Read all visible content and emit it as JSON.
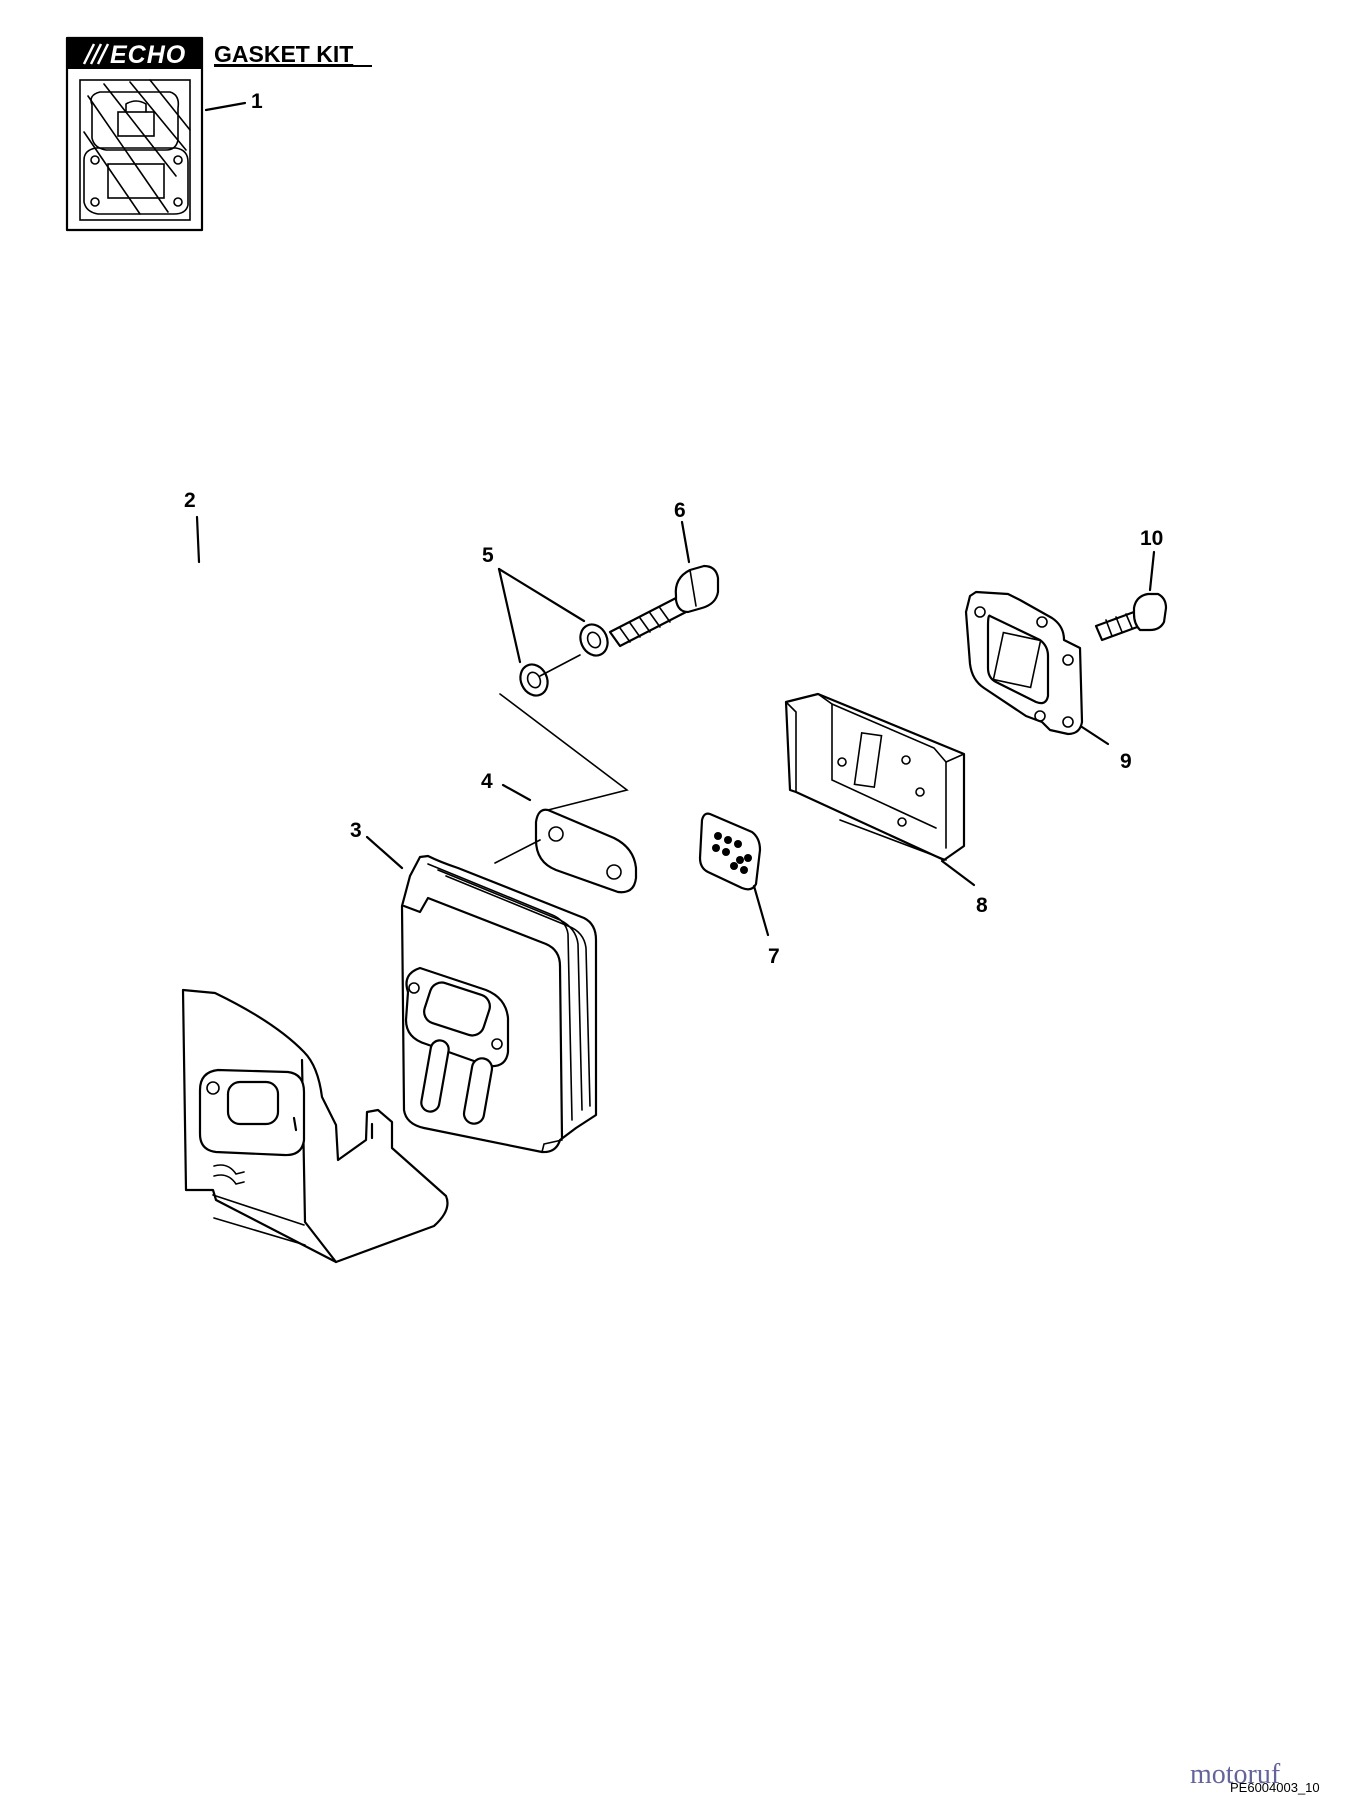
{
  "kit": {
    "brand": "ECHO",
    "title": "GASKET KIT",
    "item": "1"
  },
  "callouts": [
    "1",
    "2",
    "3",
    "4",
    "5",
    "6",
    "7",
    "8",
    "9",
    "10"
  ],
  "footer": {
    "code": "PE6004003_10",
    "watermark": "motoruf"
  },
  "colors": {
    "ink": "#000000",
    "paper": "#ffffff",
    "watermark_main": "#4a4a8a",
    "watermark_accent": "#3fa83f"
  }
}
